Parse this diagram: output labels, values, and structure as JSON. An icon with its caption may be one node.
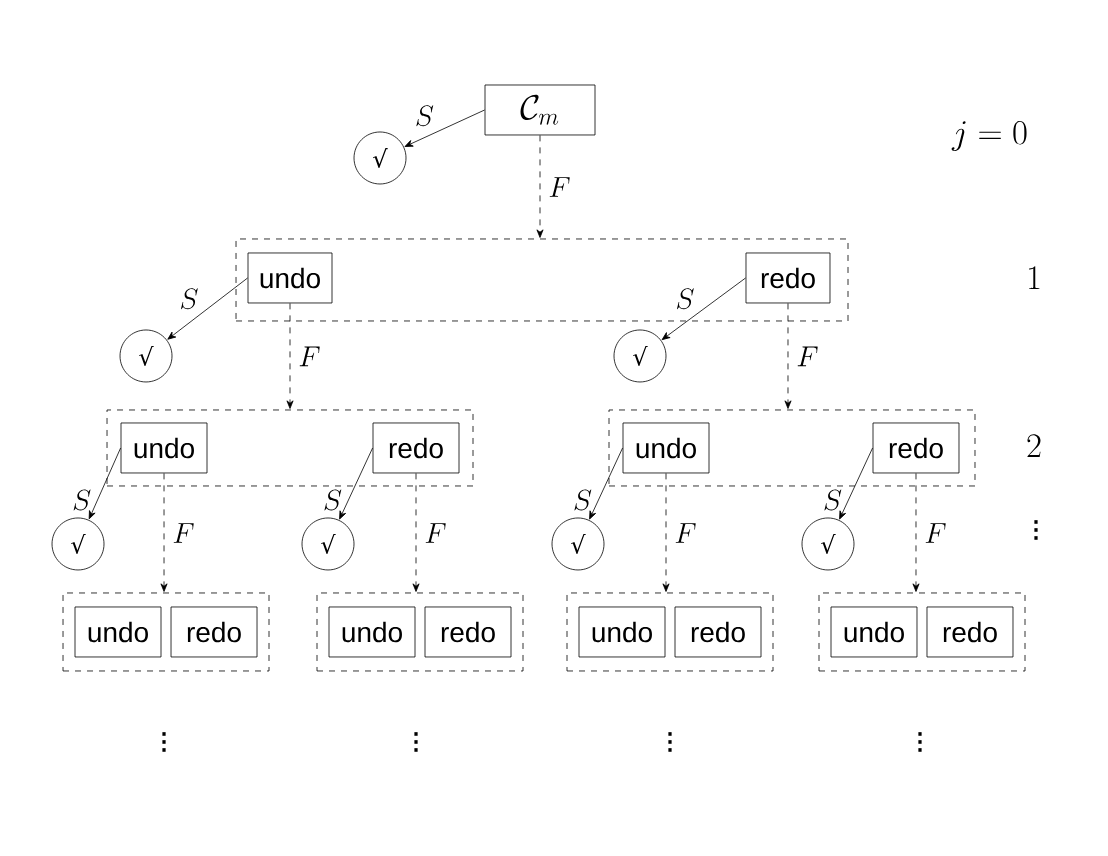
{
  "diagram": {
    "nodes": [
      {
        "text": [
          "\\mathcal{C}_m"
        ]
      },
      {
        "text": [
          "√"
        ]
      },
      {
        "text": [],
        "shape": "box"
      },
      {
        "text": [
          "undo"
        ],
        "in": 2
      },
      {
        "text": [
          "redo"
        ],
        "in": 2
      },
      {
        "text": [
          "√"
        ]
      },
      {
        "text": [
          "√"
        ]
      },
      {
        "text": [],
        "shape": "box"
      },
      {
        "text": [
          "undo"
        ],
        "in": 7
      },
      {
        "text": [
          "redo"
        ],
        "in": 7
      },
      {
        "text": [],
        "shape": "box"
      },
      {
        "text": [
          "undo"
        ],
        "in": 10
      },
      {
        "text": [
          "redo"
        ],
        "in": 10
      },
      {
        "text": [
          "√"
        ]
      },
      {
        "text": [
          "√"
        ]
      },
      {
        "text": [
          "√"
        ]
      },
      {
        "text": [
          "√"
        ]
      },
      {
        "text": [],
        "shape": "box"
      },
      {
        "text": [
          "undo"
        ],
        "in": 17
      },
      {
        "text": [
          "redo"
        ],
        "in": 17
      },
      {
        "text": [],
        "shape": "box"
      },
      {
        "text": [
          "undo"
        ],
        "in": 20
      },
      {
        "text": [
          "redo"
        ],
        "in": 20
      },
      {
        "text": [],
        "shape": "box"
      },
      {
        "text": [
          "undo"
        ],
        "in": 23
      },
      {
        "text": [
          "redo"
        ],
        "in": 23
      },
      {
        "text": [],
        "shape": "box"
      },
      {
        "text": [
          "undo"
        ],
        "in": 26
      },
      {
        "text": [
          "redo"
        ],
        "in": 26
      }
    ],
    "edges": [
      {
        "from": 0,
        "to": 1,
        "arrow": "to",
        "label": "S"
      },
      {
        "from": 0,
        "to": 2,
        "arrow": "to",
        "label": "F",
        "style": "dashed"
      },
      {
        "from": 3,
        "to": 5,
        "arrow": "to",
        "label": "S"
      },
      {
        "from": 4,
        "to": 6,
        "arrow": "to",
        "label": "S"
      },
      {
        "from": 3,
        "to": 7,
        "arrow": "to",
        "label": "F",
        "style": "dashed"
      },
      {
        "from": 4,
        "to": 10,
        "arrow": "to",
        "label": "F",
        "style": "dashed"
      },
      {
        "from": 8,
        "to": 13,
        "arrow": "to",
        "label": "S"
      },
      {
        "from": 9,
        "to": 14,
        "arrow": "to",
        "label": "S"
      },
      {
        "from": 11,
        "to": 15,
        "arrow": "to",
        "label": "S"
      },
      {
        "from": 12,
        "to": 16,
        "arrow": "to",
        "label": "S"
      },
      {
        "from": 8,
        "to": 17,
        "arrow": "to",
        "label": "F",
        "style": "dashed"
      },
      {
        "from": 9,
        "to": 20,
        "arrow": "to",
        "label": "F",
        "style": "dashed"
      },
      {
        "from": 11,
        "to": 23,
        "arrow": "to",
        "label": "F",
        "style": "dashed"
      },
      {
        "from": 12,
        "to": 26,
        "arrow": "to",
        "label": "F",
        "style": "dashed"
      }
    ],
    "labels": [
      "j = 0",
      "1",
      "2",
      "\\vdots",
      "\\vdots",
      "\\vdots",
      "\\vdots",
      "\\vdots"
    ]
  }
}
